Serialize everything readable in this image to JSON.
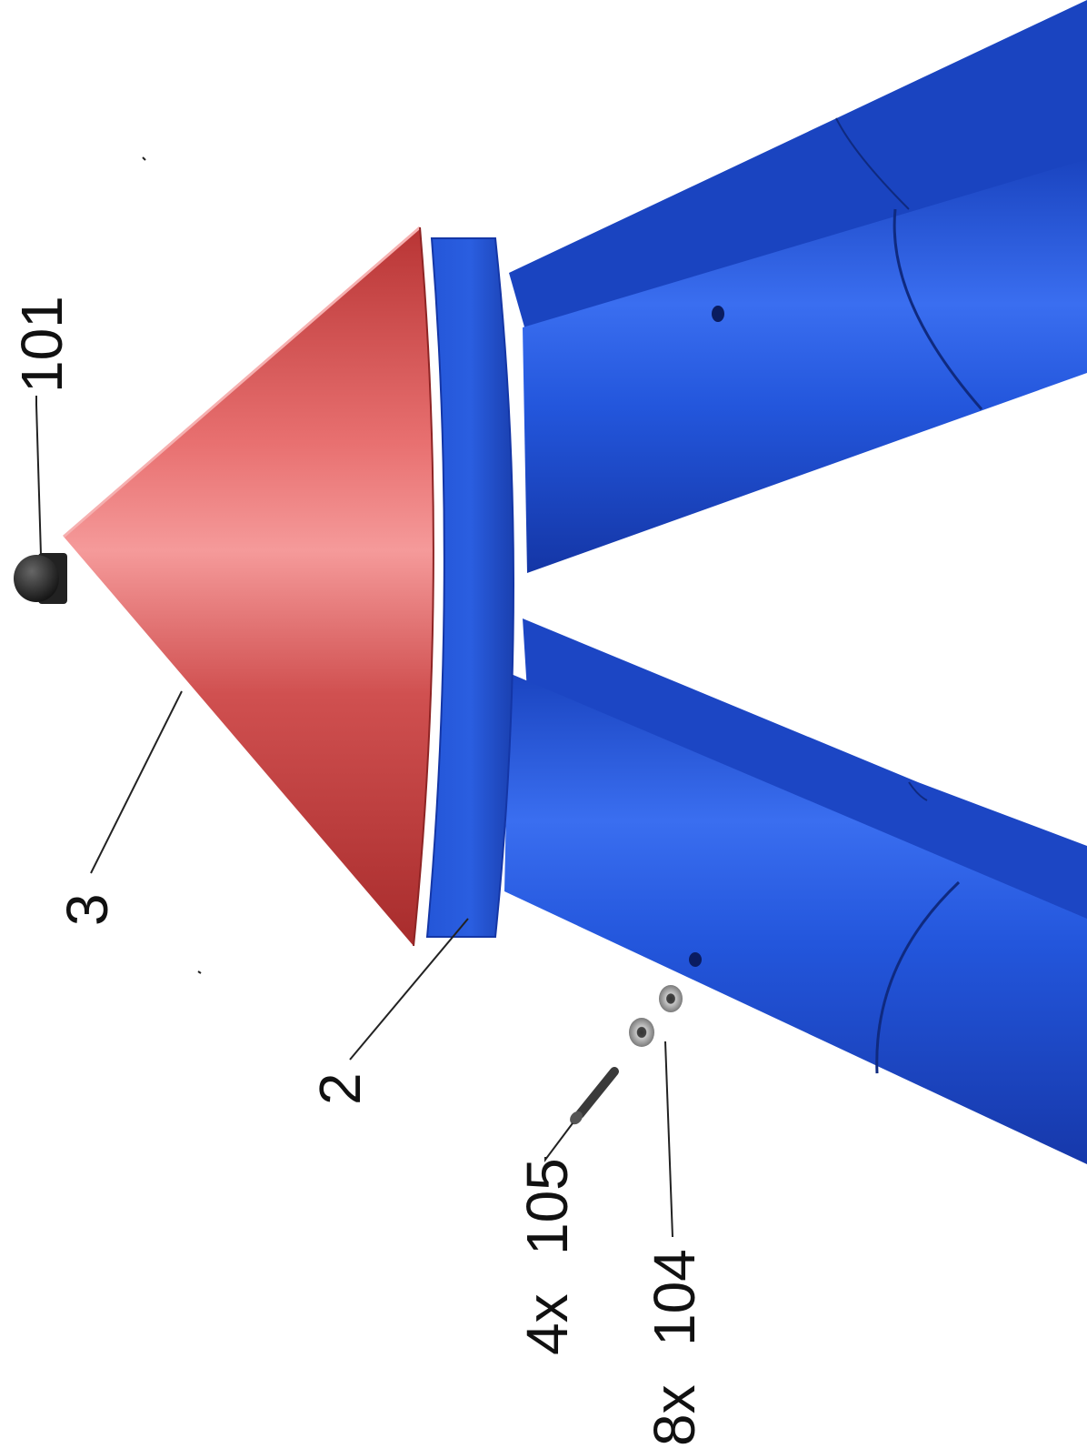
{
  "callouts": {
    "c101": {
      "part": "101"
    },
    "c3": {
      "part": "3"
    },
    "c2": {
      "part": "2"
    },
    "c105": {
      "qty": "4x",
      "part": "105"
    },
    "c104": {
      "qty": "8x",
      "part": "104"
    }
  },
  "colors": {
    "frame_blue": "#1f4fd0",
    "frame_blue_dark": "#1236a0",
    "cap_red": "#c84444",
    "cap_red_light": "#f08a8a",
    "hardware_dark": "#2a2a2a",
    "washer_gray": "#8a8a8a"
  }
}
